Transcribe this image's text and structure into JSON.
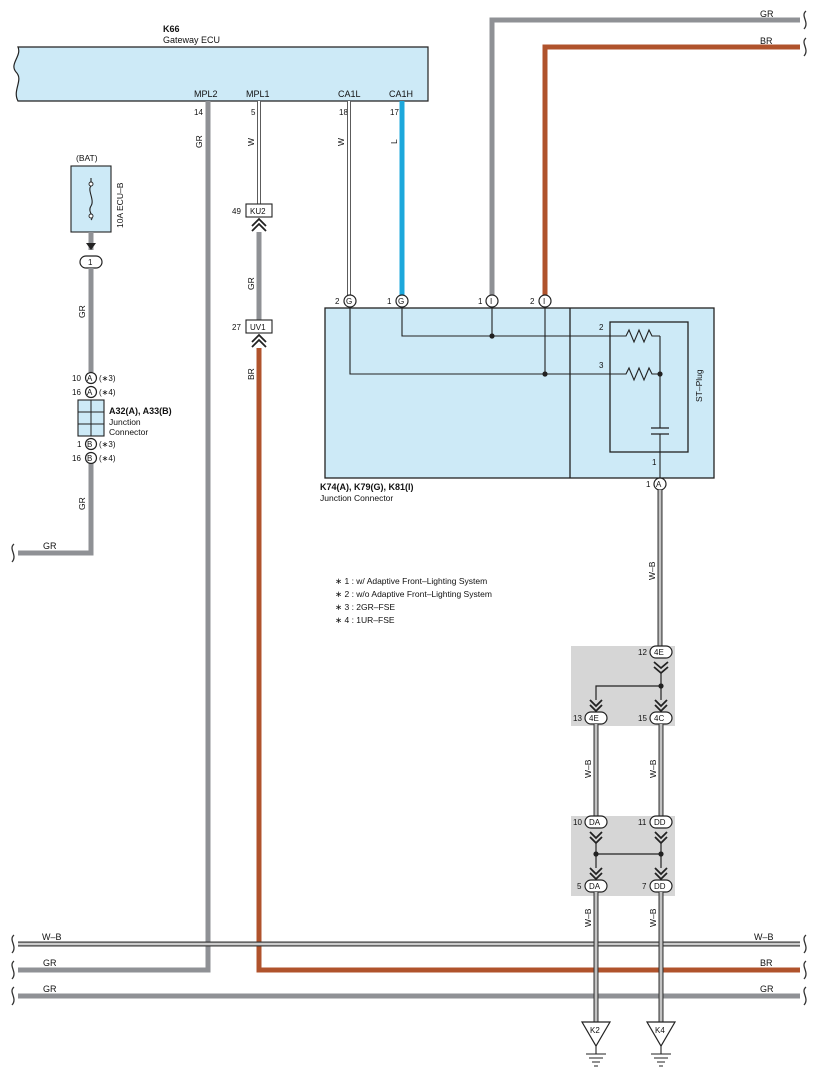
{
  "gateway": {
    "code": "K66",
    "name": "Gateway ECU",
    "pins": [
      {
        "id": "mpl2",
        "label": "MPL2",
        "num": "14",
        "wire": "GR"
      },
      {
        "id": "mpl1",
        "label": "MPL1",
        "num": "5",
        "wire": "W"
      },
      {
        "id": "ca1l",
        "label": "CA1L",
        "num": "18",
        "wire": "W"
      },
      {
        "id": "ca1h",
        "label": "CA1H",
        "num": "17",
        "wire": "L"
      }
    ]
  },
  "fuse": {
    "source": "(BAT)",
    "name": "10A ECU–B",
    "out_pin": "1",
    "wire": "GR"
  },
  "junction_a": {
    "code": "A32(A), A33(B)",
    "name_line1": "Junction",
    "name_line2": "Connector",
    "pins": [
      {
        "num": "10",
        "letter": "A",
        "note": "(∗3)"
      },
      {
        "num": "16",
        "letter": "A",
        "note": "(∗4)"
      },
      {
        "num": "1",
        "letter": "B",
        "note": "(∗3)"
      },
      {
        "num": "16",
        "letter": "B",
        "note": "(∗4)"
      }
    ],
    "wire_out": "GR",
    "left_wire": "GR"
  },
  "connectors": {
    "ku2": {
      "num": "49",
      "code": "KU2"
    },
    "uv1": {
      "num": "27",
      "code": "UV1"
    },
    "mid_wire": "GR",
    "low_wire": "BR"
  },
  "junction_k": {
    "code": "K74(A), K79(G), K81(I)",
    "name": "Junction Connector",
    "top_pins": [
      {
        "num": "2",
        "letter": "G"
      },
      {
        "num": "1",
        "letter": "G"
      },
      {
        "num": "1",
        "letter": "I"
      },
      {
        "num": "2",
        "letter": "I"
      }
    ],
    "st_plug": "ST–Plug",
    "inner_pins": [
      "2",
      "3",
      "1"
    ],
    "out_pin": {
      "num": "1",
      "letter": "A"
    },
    "out_wire": "W–B"
  },
  "top_wires": {
    "gr": "GR",
    "br": "BR"
  },
  "notes": [
    "∗ 1 : w/ Adaptive Front–Lighting System",
    "∗ 2 : w/o Adaptive Front–Lighting System",
    "∗ 3 : 2GR–FSE",
    "∗ 4 : 1UR–FSE"
  ],
  "junction_e": {
    "in_pin": {
      "num": "12",
      "code": "4E"
    },
    "out_left": {
      "num": "13",
      "code": "4E"
    },
    "out_right": {
      "num": "15",
      "code": "4C"
    }
  },
  "junction_d": {
    "in_left": {
      "num": "10",
      "code": "DA"
    },
    "in_right": {
      "num": "11",
      "code": "DD"
    },
    "out_left": {
      "num": "5",
      "code": "DA"
    },
    "out_right": {
      "num": "7",
      "code": "DD"
    }
  },
  "vertical_wire_labels": [
    "W–B",
    "W–B",
    "W–B",
    "W–B"
  ],
  "grounds": [
    "K2",
    "K4"
  ],
  "bus": [
    {
      "id": "wb",
      "left": "W–B",
      "right": "W–B"
    },
    {
      "id": "gr1",
      "left": "GR",
      "right": "BR"
    },
    {
      "id": "gr2",
      "left": "GR",
      "right": "GR"
    }
  ],
  "colors": {
    "gr": "#8f9195",
    "br": "#b0532c",
    "l": "#1da8dc",
    "fill": "#cdeaf7",
    "shade": "#d6d6d6"
  }
}
